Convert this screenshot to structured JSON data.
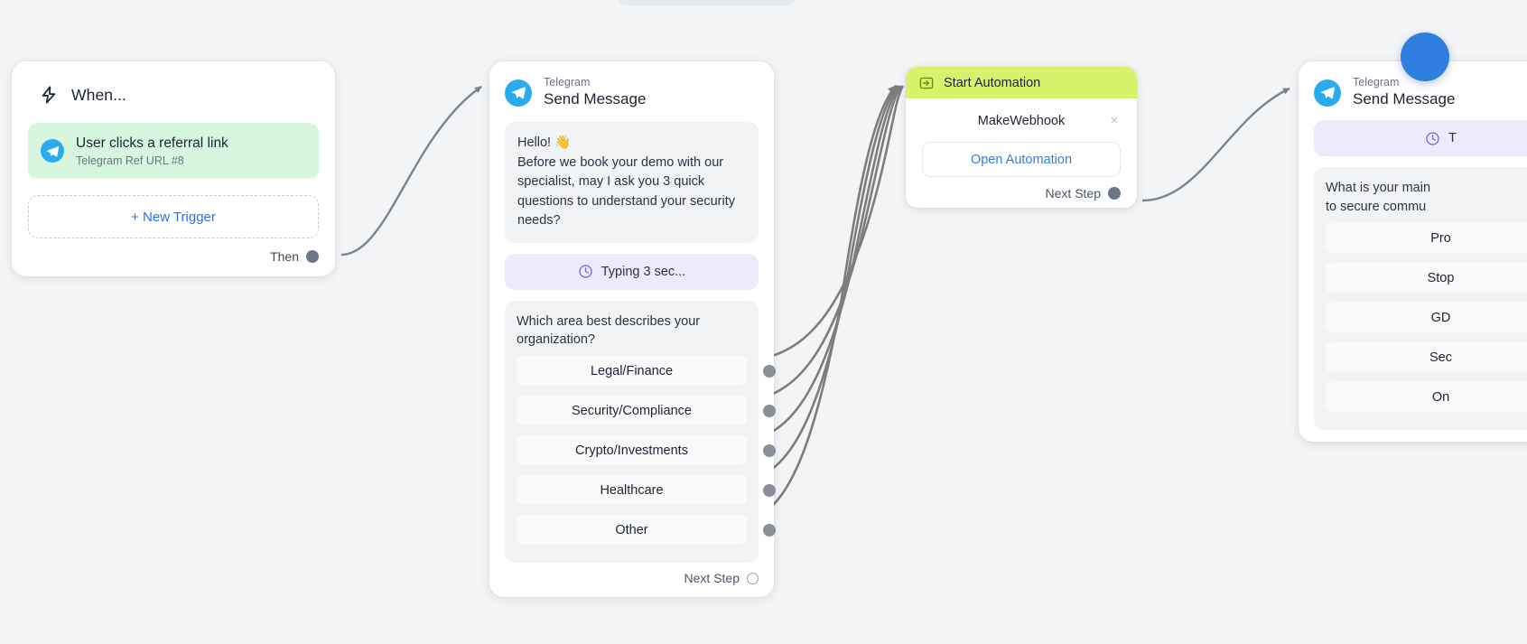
{
  "canvas": {
    "background": "#f3f4f6"
  },
  "trigger_card": {
    "header_label": "When...",
    "header_icon": "bolt-icon",
    "item": {
      "icon": "telegram-icon",
      "title": "User clicks a referral link",
      "subtitle": "Telegram Ref URL #8",
      "background": "#d6f7dd"
    },
    "new_trigger_label": "+ New Trigger",
    "connector_label": "Then"
  },
  "message_card": {
    "app": "Telegram",
    "title": "Send Message",
    "icon": "telegram-icon",
    "bubble_text": "Hello! 👋\nBefore we book your demo with our specialist, may I ask you 3 quick questions to understand your security needs?",
    "typing": {
      "icon": "clock-icon",
      "label": "Typing 3 sec..."
    },
    "question": "Which area best describes your organization?",
    "options": [
      {
        "label": "Legal/Finance"
      },
      {
        "label": "Security/Compliance"
      },
      {
        "label": "Crypto/Investments"
      },
      {
        "label": "Healthcare"
      },
      {
        "label": "Other"
      }
    ],
    "connector_label": "Next Step"
  },
  "automation_card": {
    "header_label": "Start Automation",
    "header_icon": "enter-arrow-icon",
    "header_color": "#d8f36b",
    "name": "MakeWebhook",
    "close_label": "×",
    "open_button_label": "Open Automation",
    "connector_label": "Next Step"
  },
  "message_card_right": {
    "app": "Telegram",
    "title": "Send Message",
    "icon": "telegram-icon",
    "typing": {
      "icon": "clock-icon",
      "label": "T"
    },
    "question": "What is your main\nto secure commu",
    "options": [
      {
        "label": "Pro"
      },
      {
        "label": "Stop"
      },
      {
        "label": "GD"
      },
      {
        "label": "Sec"
      },
      {
        "label": "On"
      }
    ]
  },
  "fab": {
    "name": "add-button",
    "color": "#2f7fe0"
  }
}
